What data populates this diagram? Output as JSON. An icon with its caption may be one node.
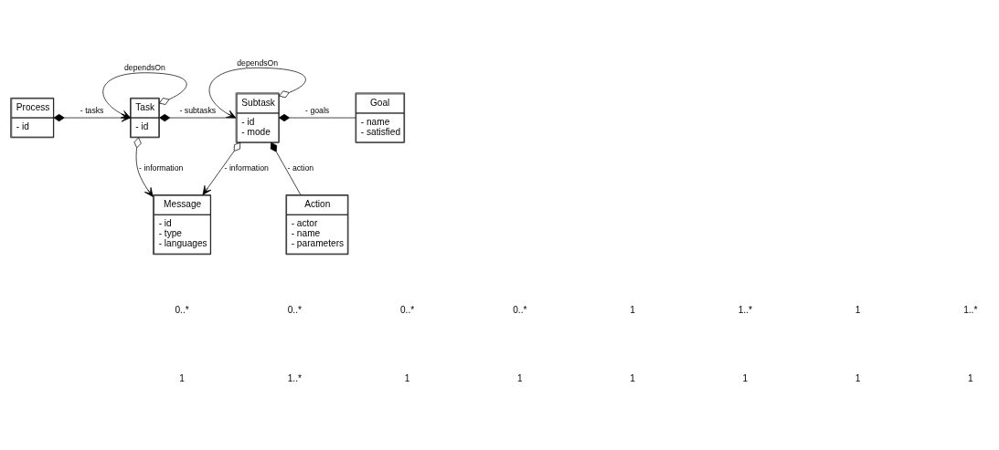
{
  "diagram": {
    "nodes": [
      {
        "text": [
          "Process",
          "- id"
        ]
      },
      {
        "text": [
          "Task",
          "- id"
        ]
      },
      {
        "text": [
          "Subtask",
          "- id",
          "- mode"
        ]
      },
      {
        "text": [
          "Goal",
          "- name",
          "- satisfied"
        ]
      },
      {
        "text": [
          "Message",
          "- id",
          "- type",
          "- languages"
        ]
      },
      {
        "text": [
          "Action",
          "- actor",
          "- name",
          "- parameters"
        ]
      }
    ],
    "edges": [
      {
        "from": 1,
        "to": 1,
        "arrow": "to",
        "label": "dependsOn"
      },
      {
        "from": 0,
        "to": 1,
        "arrow": "to",
        "label": "- tasks"
      },
      {
        "from": 1,
        "to": 2,
        "arrow": "other",
        "label": "- subtasks"
      },
      {
        "from": 2,
        "to": 2,
        "arrow": "to",
        "label": "dependsOn"
      },
      {
        "from": 2,
        "to": 3,
        "arrow": "other",
        "label": "- goals"
      },
      {
        "from": 1,
        "to": 4,
        "arrow": "to",
        "label": "- information"
      },
      {
        "from": 2,
        "to": 4,
        "arrow": "to",
        "label": "- information"
      },
      {
        "from": 2,
        "to": 5,
        "arrow": "other",
        "label": "- action"
      }
    ],
    "labels": [
      "0..*",
      "0..*",
      "0..*",
      "0..*",
      "1",
      "1..*",
      "1",
      "1..*",
      "1",
      "1..*",
      "1",
      "1",
      "1",
      "1",
      "1",
      "1"
    ]
  }
}
